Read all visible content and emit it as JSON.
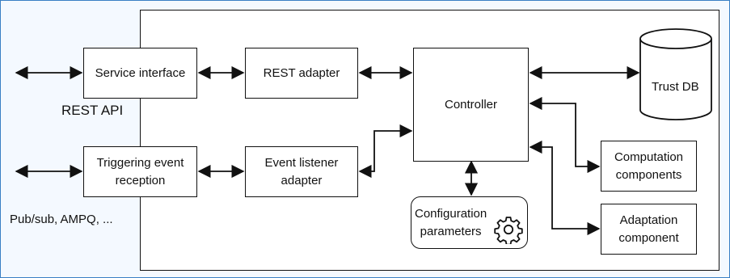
{
  "diagram": {
    "boxes": {
      "service_interface": "Service interface",
      "rest_adapter": "REST adapter",
      "controller": "Controller",
      "trust_db": "Trust DB",
      "triggering_event_line1": "Triggering event",
      "triggering_event_line2": "reception",
      "event_listener_line1": "Event listener",
      "event_listener_line2": "adapter",
      "computation_line1": "Computation",
      "computation_line2": "components",
      "adaptation_line1": "Adaptation",
      "adaptation_line2": "component",
      "config_line1": "Configuration",
      "config_line2": "parameters"
    },
    "labels": {
      "rest_api": "REST API",
      "pubsub": "Pub/sub, AMPQ, ..."
    },
    "icons": {
      "config": "gear-icon"
    },
    "colors": {
      "frame_border": "#3a7fc4",
      "frame_bg": "#f4f9ff",
      "line": "#111111"
    }
  }
}
